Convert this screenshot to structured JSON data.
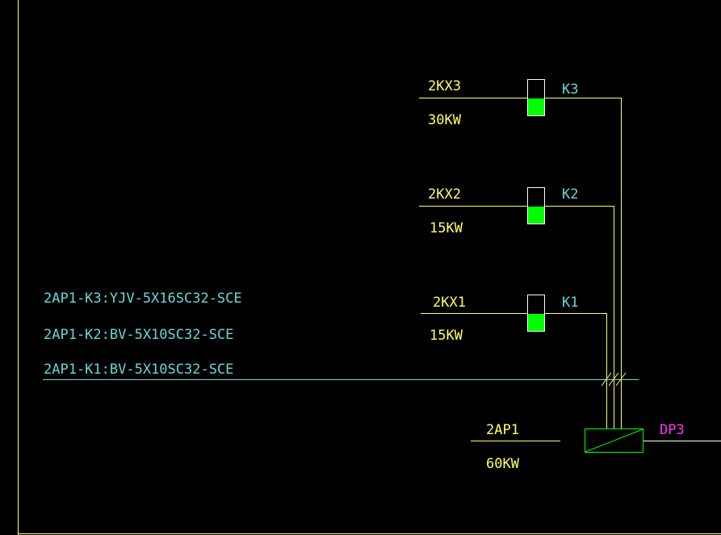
{
  "colors": {
    "background": "#000000",
    "frame": "#ffff66",
    "wire": "#ffff66",
    "label_yellow": "#ffff66",
    "label_cyan": "#66d8d8",
    "label_magenta": "#ff33ff",
    "breaker_fill": "#00ff00",
    "breaker_outline": "#ffffff",
    "cable_line": "#66d8d8",
    "panel_outline": "#00ff00"
  },
  "circuits": [
    {
      "id": "2KX3",
      "name": "2KX3",
      "power": "30KW",
      "breaker": "K3"
    },
    {
      "id": "2KX2",
      "name": "2KX2",
      "power": "15KW",
      "breaker": "K2"
    },
    {
      "id": "2KX1",
      "name": "2KX1",
      "power": "15KW",
      "breaker": "K1"
    }
  ],
  "cables": [
    {
      "label": "2AP1-K3:YJV-5X16SC32-SCE"
    },
    {
      "label": "2AP1-K2:BV-5X10SC32-SCE"
    },
    {
      "label": "2AP1-K1:BV-5X10SC32-SCE"
    }
  ],
  "panel": {
    "name": "2AP1",
    "power": "60KW",
    "feeder": "DP3"
  }
}
